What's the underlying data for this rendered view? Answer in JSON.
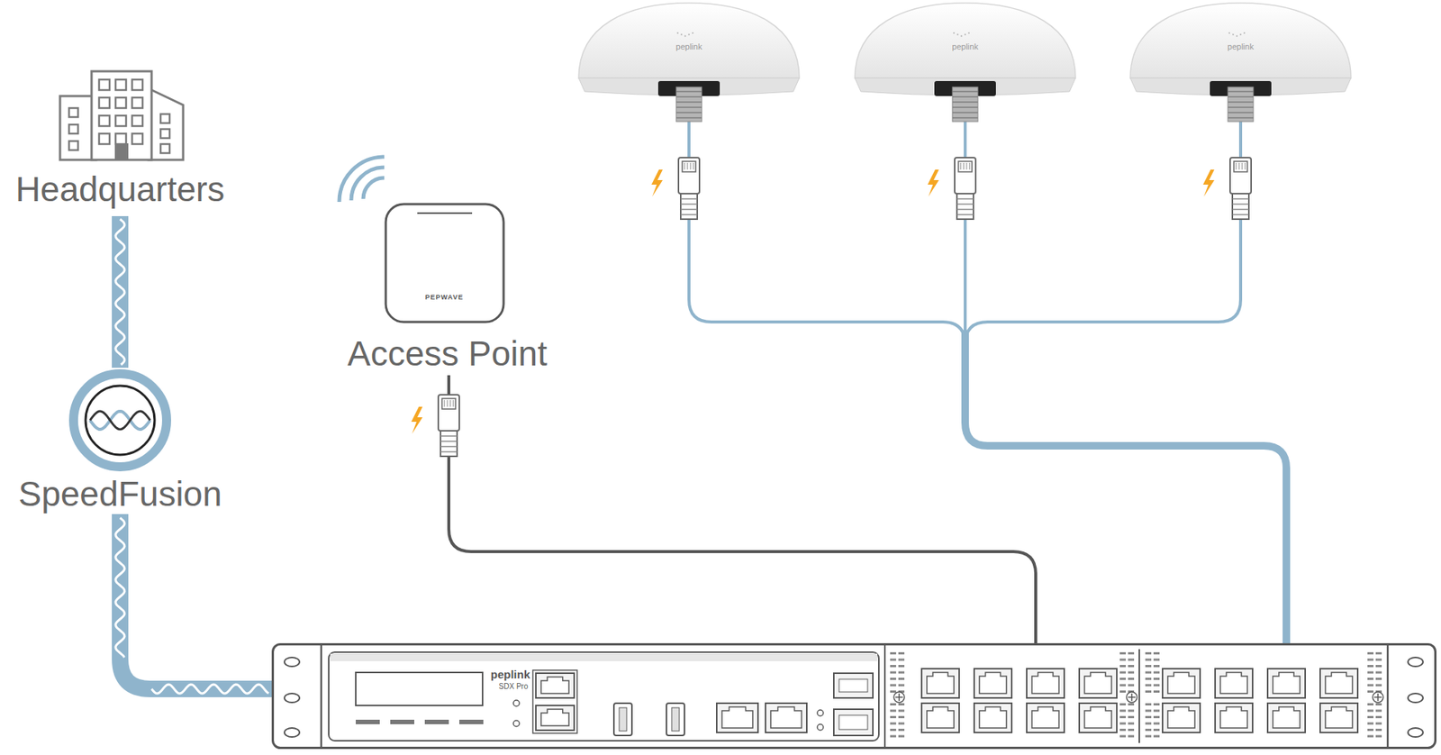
{
  "diagram": {
    "nodes": [
      {
        "text": [
          "Headquarters"
        ]
      },
      {
        "text": [
          "SpeedFusion"
        ]
      },
      {
        "text": [
          "PEPWAVE",
          "Access Point"
        ]
      },
      {
        "text": [
          "peplink"
        ]
      },
      {
        "text": [
          "peplink"
        ]
      },
      {
        "text": [
          "peplink"
        ]
      },
      {
        "text": [
          "peplink",
          "SDX Pro"
        ]
      }
    ],
    "edges": [
      {
        "from": 0,
        "to": 1,
        "arrow": "none"
      },
      {
        "from": 1,
        "to": 6,
        "arrow": "none"
      },
      {
        "from": 2,
        "to": 6,
        "arrow": "none"
      },
      {
        "from": 3,
        "to": 6,
        "arrow": "none"
      },
      {
        "from": 4,
        "to": 6,
        "arrow": "none"
      },
      {
        "from": 5,
        "to": 6,
        "arrow": "none"
      }
    ]
  }
}
